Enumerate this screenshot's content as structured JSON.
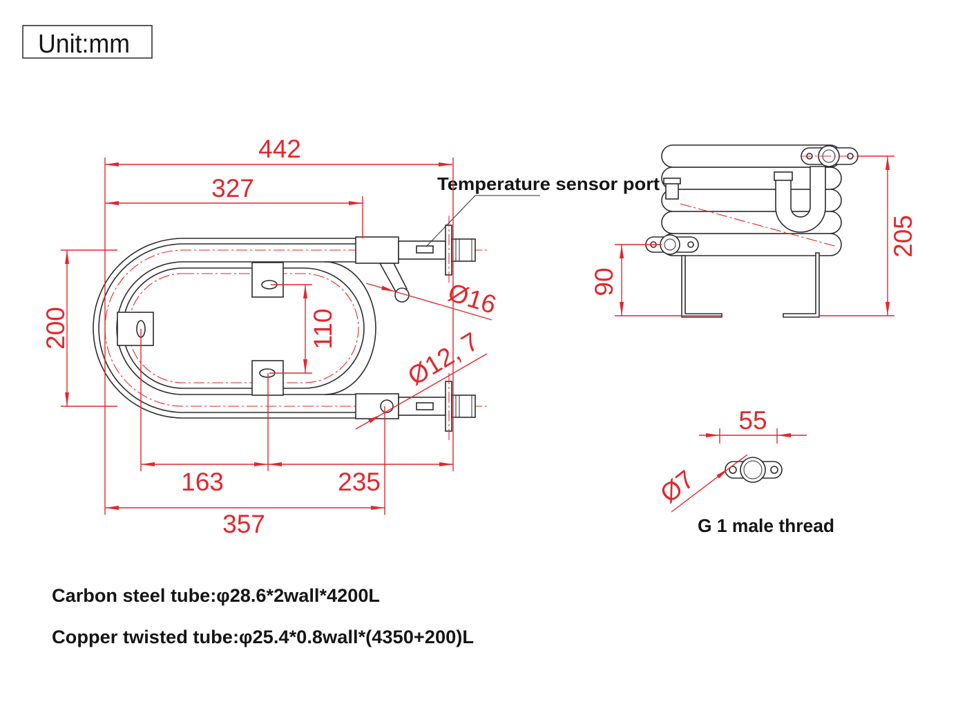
{
  "header": {
    "unit": "Unit:mm"
  },
  "top_view": {
    "length_overall": "442",
    "length_to_coupling": "327",
    "height_centers": "200",
    "bracket_spacing": "110",
    "port_diameter": "Ø16",
    "hole_diameter": "Ø12, 7",
    "bracket_offset": "163",
    "bracket_to_end": "235",
    "length_to_hole": "357",
    "sensor_label": "Temperature sensor port"
  },
  "side_view": {
    "total_height": "205",
    "outlet_height": "90"
  },
  "flange_detail": {
    "hole_spacing": "55",
    "hole_diameter": "Ø7",
    "thread_label": "G 1 male thread"
  },
  "notes": {
    "carbon_tube": "Carbon steel tube:φ28.6*2wall*4200L",
    "copper_tube": "Copper twisted tube:φ25.4*0.8wall*(4350+200)L"
  },
  "colors": {
    "dimension": "#e3262c",
    "line": "#2b2b2b",
    "background": "#ffffff",
    "text": "#151515"
  }
}
